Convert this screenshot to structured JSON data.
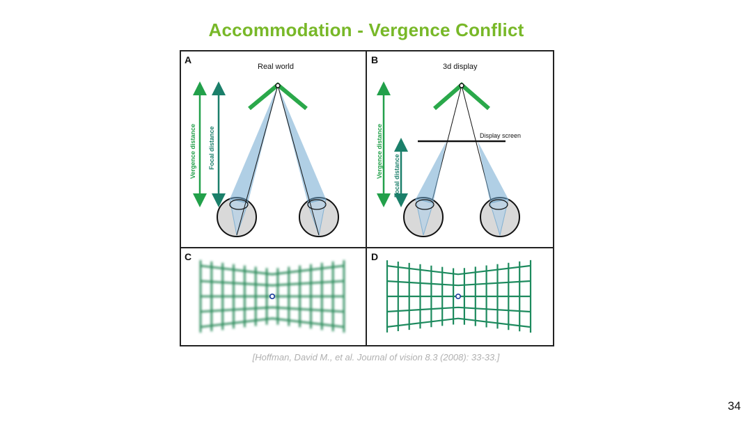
{
  "slide": {
    "title": "Accommodation - Vergence Conflict",
    "citation": "[Hoffman, David M., et al. Journal of vision 8.3 (2008): 33-33.]",
    "page_number": "34"
  },
  "figure": {
    "panels": [
      {
        "letter": "A",
        "heading": "Real world",
        "vergence_label": "Vergence distance",
        "focal_label": "Focal distance"
      },
      {
        "letter": "B",
        "heading": "3d display",
        "screen_label": "Display screen",
        "vergence_label": "Vergence distance",
        "focal_label": "Focal distance"
      },
      {
        "letter": "C"
      },
      {
        "letter": "D"
      }
    ],
    "colors": {
      "vergence": "#22a04a",
      "focal": "#1b7f6a",
      "grid": "#1d8a5e",
      "cone": "#6fa8d0",
      "eye_fill": "#d9d9d9"
    }
  }
}
